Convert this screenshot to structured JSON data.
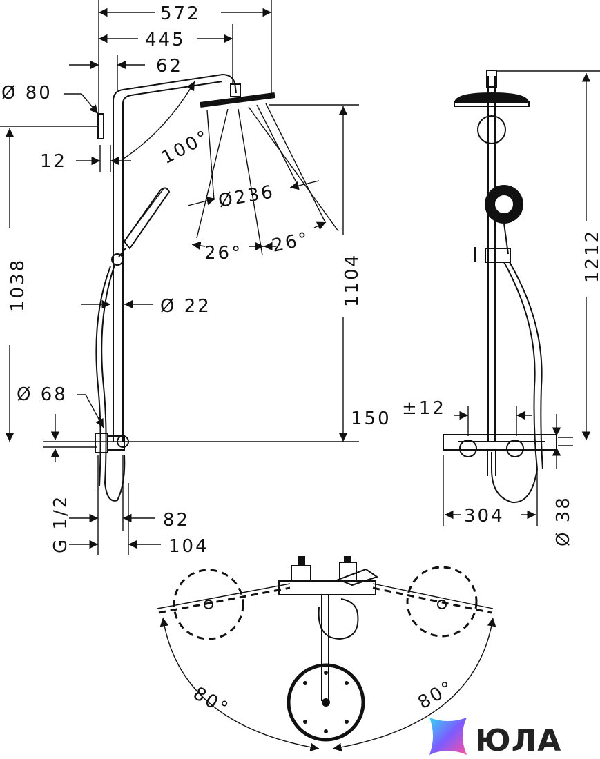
{
  "dimensions": {
    "width_total": "572",
    "width_arm": "445",
    "wall_offset": "62",
    "wall_plate_dia": "Ø 80",
    "wall_plate_depth": "12",
    "arm_angle": "100°",
    "head_dia": "Ø236",
    "spray_angle_left": "26°",
    "spray_angle_right": "26°",
    "lower_height": "1038",
    "rail_height": "1104",
    "pipe_dia": "Ø 22",
    "mixer_dia": "Ø 68",
    "base_height": "150",
    "connection": "G 1/2",
    "mixer_depth": "82",
    "mixer_projection": "104",
    "total_height": "1212",
    "centers": "±12",
    "mixer_width": "304",
    "mixer_body_dia": "Ø 38",
    "swivel_left": "80°",
    "swivel_right": "80°"
  },
  "logo": {
    "text": "ЮЛА",
    "icon": "star-logo-icon"
  }
}
